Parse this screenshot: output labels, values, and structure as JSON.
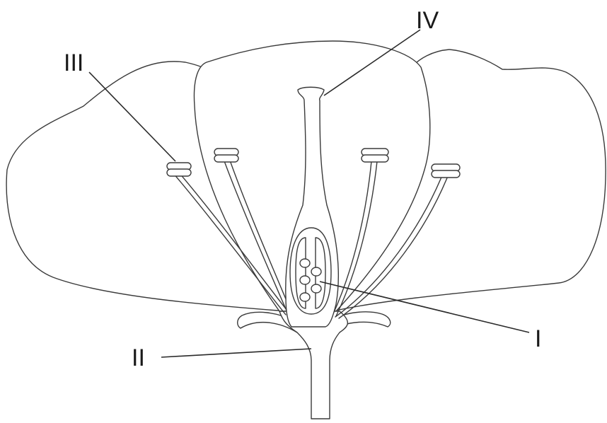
{
  "labels": {
    "I": "I",
    "II": "II",
    "III": "III",
    "IV": "IV"
  },
  "colors": {
    "stroke": "#3a3a3a",
    "text": "#1a1a1a",
    "background": "#ffffff"
  }
}
